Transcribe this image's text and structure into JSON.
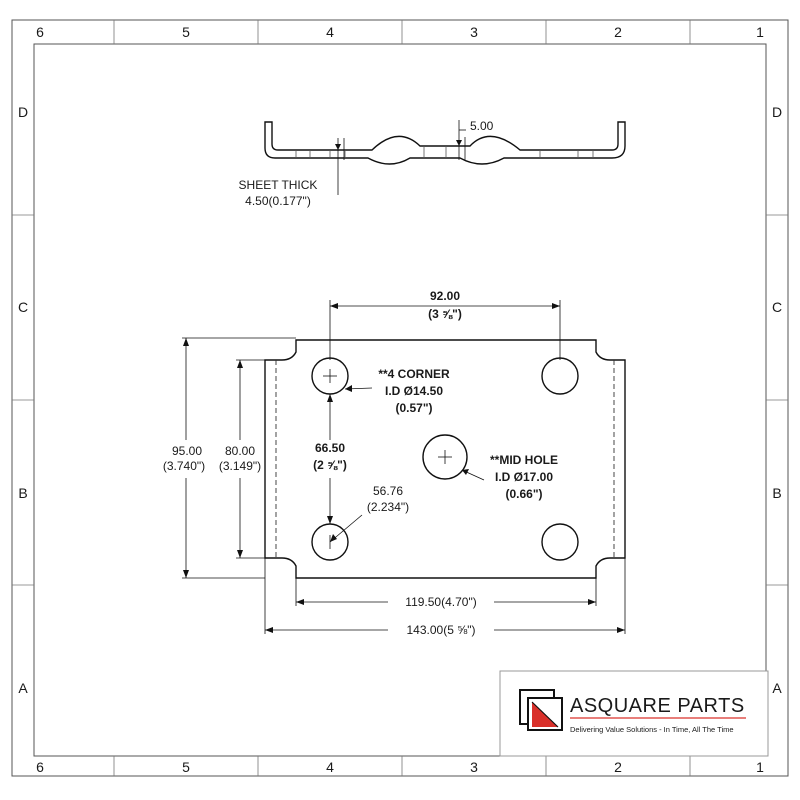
{
  "zones": {
    "columns": [
      "6",
      "5",
      "4",
      "3",
      "2",
      "1"
    ],
    "rows": [
      "D",
      "C",
      "B",
      "A"
    ]
  },
  "side_view": {
    "thickness_label": "5.00",
    "sheet_thick_label": "SHEET THICK",
    "sheet_thick_value": "4.50(0.177\")"
  },
  "plan_view": {
    "top_width": "92.00",
    "top_width_frac": "(3 ⅝\")",
    "corner_note_1": "**4 CORNER",
    "corner_note_2": "I.D Ø14.50",
    "corner_note_3": "(0.57\")",
    "vertical_spacing": "66.50",
    "vertical_spacing_frac": "(2 ⅝\")",
    "mid_note_1": "**MID HOLE",
    "mid_note_2": "I.D Ø17.00",
    "mid_note_3": "(0.66\")",
    "diagonal": "56.76",
    "diagonal_in": "(2.234\")",
    "height_outer": "95.00",
    "height_outer_in": "(3.740\")",
    "height_inner": "80.00",
    "height_inner_in": "(3.149\")",
    "width_inner": "119.50(4.70\")",
    "width_outer": "143.00(5 ⅝\")"
  },
  "title_block": {
    "company": "ASQUARE PARTS",
    "tagline": "Delivering Value Solutions - In Time, All The Time",
    "accent_color": "#d9302a"
  }
}
